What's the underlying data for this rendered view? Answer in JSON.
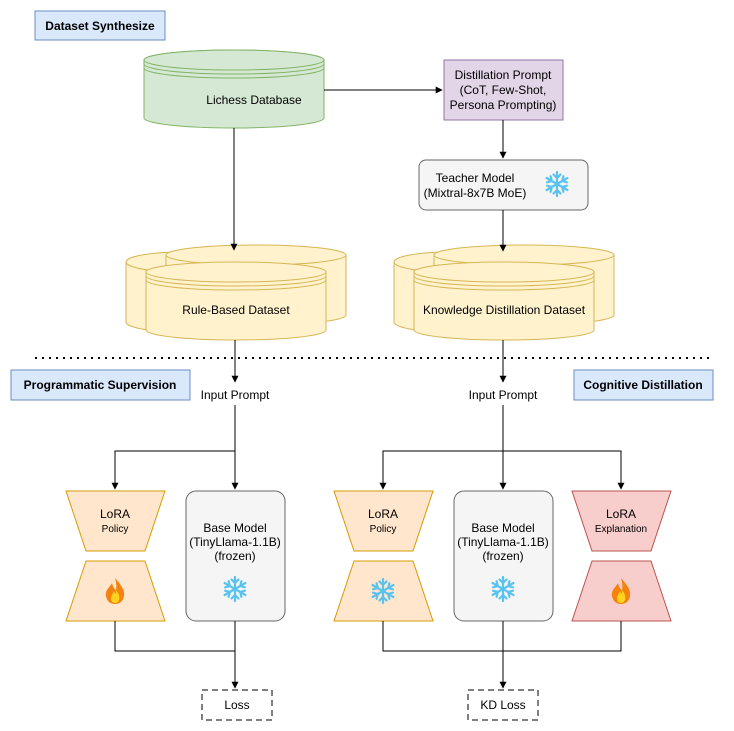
{
  "sections": {
    "dataset_synthesize": "Dataset Synthesize",
    "programmatic_supervision": "Programmatic Supervision",
    "cognitive_distillation": "Cognitive Distillation"
  },
  "nodes": {
    "lichess_database": "Lichess Database",
    "distillation_prompt": [
      "Distillation Prompt",
      "(CoT, Few-Shot,",
      "Persona Prompting)"
    ],
    "teacher_model": [
      "Teacher Model",
      "(Mixtral-8x7B MoE)"
    ],
    "rule_based_dataset": "Rule-Based Dataset",
    "kd_dataset": "Knowledge Distillation Dataset",
    "input_prompt_left": "Input Prompt",
    "input_prompt_right": "Input Prompt",
    "lora_policy_left": [
      "LoRA",
      "Policy"
    ],
    "base_model_left": [
      "Base Model",
      "(TinyLlama-1.1B)",
      "(frozen)"
    ],
    "lora_policy_right": [
      "LoRA",
      "Policy"
    ],
    "base_model_right": [
      "Base Model",
      "(TinyLlama-1.1B)",
      "(frozen)"
    ],
    "lora_explanation": [
      "LoRA",
      "Explanation"
    ],
    "loss": "Loss",
    "kd_loss": "KD Loss"
  },
  "icons": {
    "trainable": "fire-icon",
    "frozen": "snowflake-icon"
  },
  "colors": {
    "section_fill": "#dae8fc",
    "section_stroke": "#6c8ebf",
    "database_fill": "#d5e8d4",
    "database_stroke": "#82b366",
    "dataset_fill": "#fff2cc",
    "dataset_stroke": "#d6b656",
    "prompt_fill": "#e1d5e7",
    "prompt_stroke": "#9673a6",
    "model_fill": "#f5f5f5",
    "model_stroke": "#666666",
    "lora_policy_fill": "#ffe6cc",
    "lora_policy_stroke": "#d79b00",
    "lora_expl_fill": "#f8cecc",
    "lora_expl_stroke": "#b85450"
  }
}
